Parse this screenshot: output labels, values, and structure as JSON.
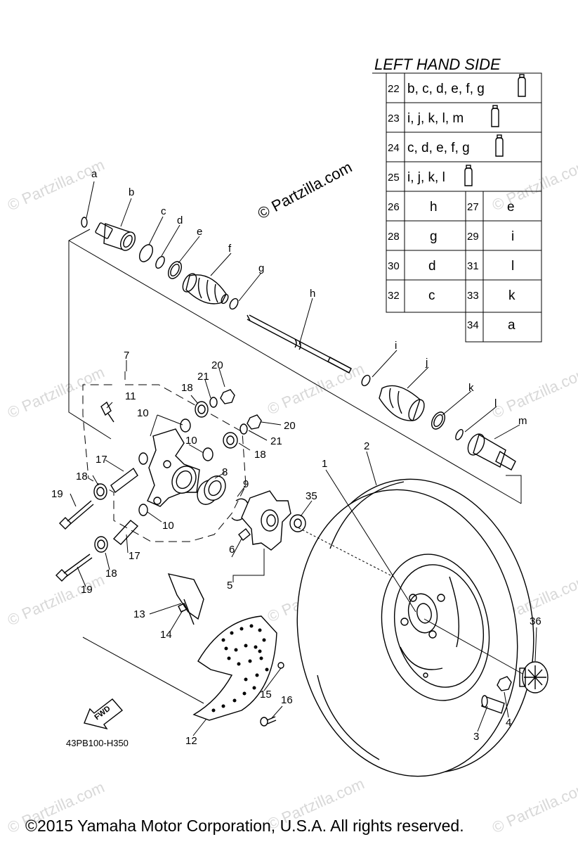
{
  "brand": {
    "text": "© Partzilla.com",
    "watermark": "© Partzilla.com"
  },
  "drawing_code": "43PB100-H350",
  "fwd_label": "FWD",
  "copyright": "©2015 Yamaha Motor Corporation, U.S.A. All rights reserved.",
  "table": {
    "title": "LEFT HAND SIDE",
    "wide_rows": [
      {
        "num": "22",
        "value": "b, c, d, e, f, g"
      },
      {
        "num": "23",
        "value": "i, j, k, l, m"
      },
      {
        "num": "24",
        "value": "c, d, e, f, g"
      },
      {
        "num": "25",
        "value": "i, j, k, l"
      }
    ],
    "pair_rows": [
      {
        "left_num": "26",
        "left_val": "h",
        "right_num": "27",
        "right_val": "e"
      },
      {
        "left_num": "28",
        "left_val": "g",
        "right_num": "29",
        "right_val": "i"
      },
      {
        "left_num": "30",
        "left_val": "d",
        "right_num": "31",
        "right_val": "l"
      },
      {
        "left_num": "32",
        "left_val": "c",
        "right_num": "33",
        "right_val": "k"
      },
      {
        "left_num": null,
        "left_val": null,
        "right_num": "34",
        "right_val": "a"
      }
    ]
  },
  "callouts": {
    "a": "a",
    "b": "b",
    "c": "c",
    "d": "d",
    "e": "e",
    "f": "f",
    "g": "g",
    "h": "h",
    "i": "i",
    "j": "j",
    "k": "k",
    "l": "l",
    "m": "m",
    "n1": "1",
    "n2": "2",
    "n3": "3",
    "n4": "4",
    "n5": "5",
    "n6": "6",
    "n7": "7",
    "n8": "8",
    "n9": "9",
    "n10a": "10",
    "n10b": "10",
    "n10c": "10",
    "n11": "11",
    "n12": "12",
    "n13": "13",
    "n14": "14",
    "n15": "15",
    "n16": "16",
    "n17a": "17",
    "n17b": "17",
    "n18a": "18",
    "n18b": "18",
    "n18c": "18",
    "n18d": "18",
    "n19a": "19",
    "n19b": "19",
    "n20a": "20",
    "n20b": "20",
    "n21a": "21",
    "n21b": "21",
    "n35": "35",
    "n36": "36"
  }
}
